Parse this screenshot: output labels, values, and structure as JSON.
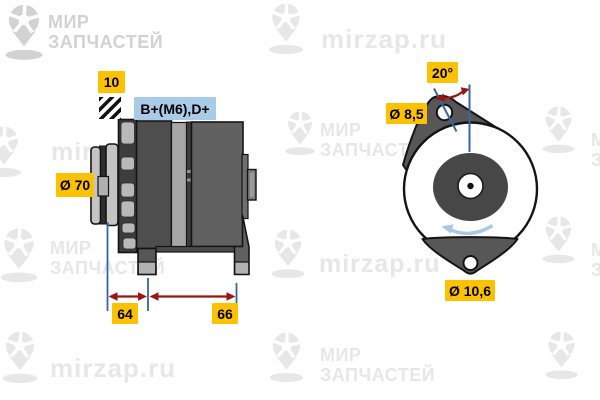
{
  "watermark": {
    "brand_line1": "МИР",
    "brand_line2": "ЗАПЧАСТЕЙ",
    "domain": "mirzap.ru"
  },
  "annotations": {
    "nut_size": "10",
    "terminals": "B+(M6),D+",
    "pulley_diameter": "Ø 70",
    "dim_front": "64",
    "dim_rear": "66",
    "mount_angle": "20°",
    "top_hole_diameter": "Ø 8,5",
    "bottom_hole_diameter": "Ø 10,6"
  },
  "colors": {
    "label_yellow": "#fcc200",
    "label_blue": "#a9cbe8",
    "dimension_line_blue": "#3865a3",
    "arrow_red": "#9c1414",
    "rotation_arrow_blue": "#a9c7e7",
    "watermark_gray": "#e7e7e7"
  }
}
